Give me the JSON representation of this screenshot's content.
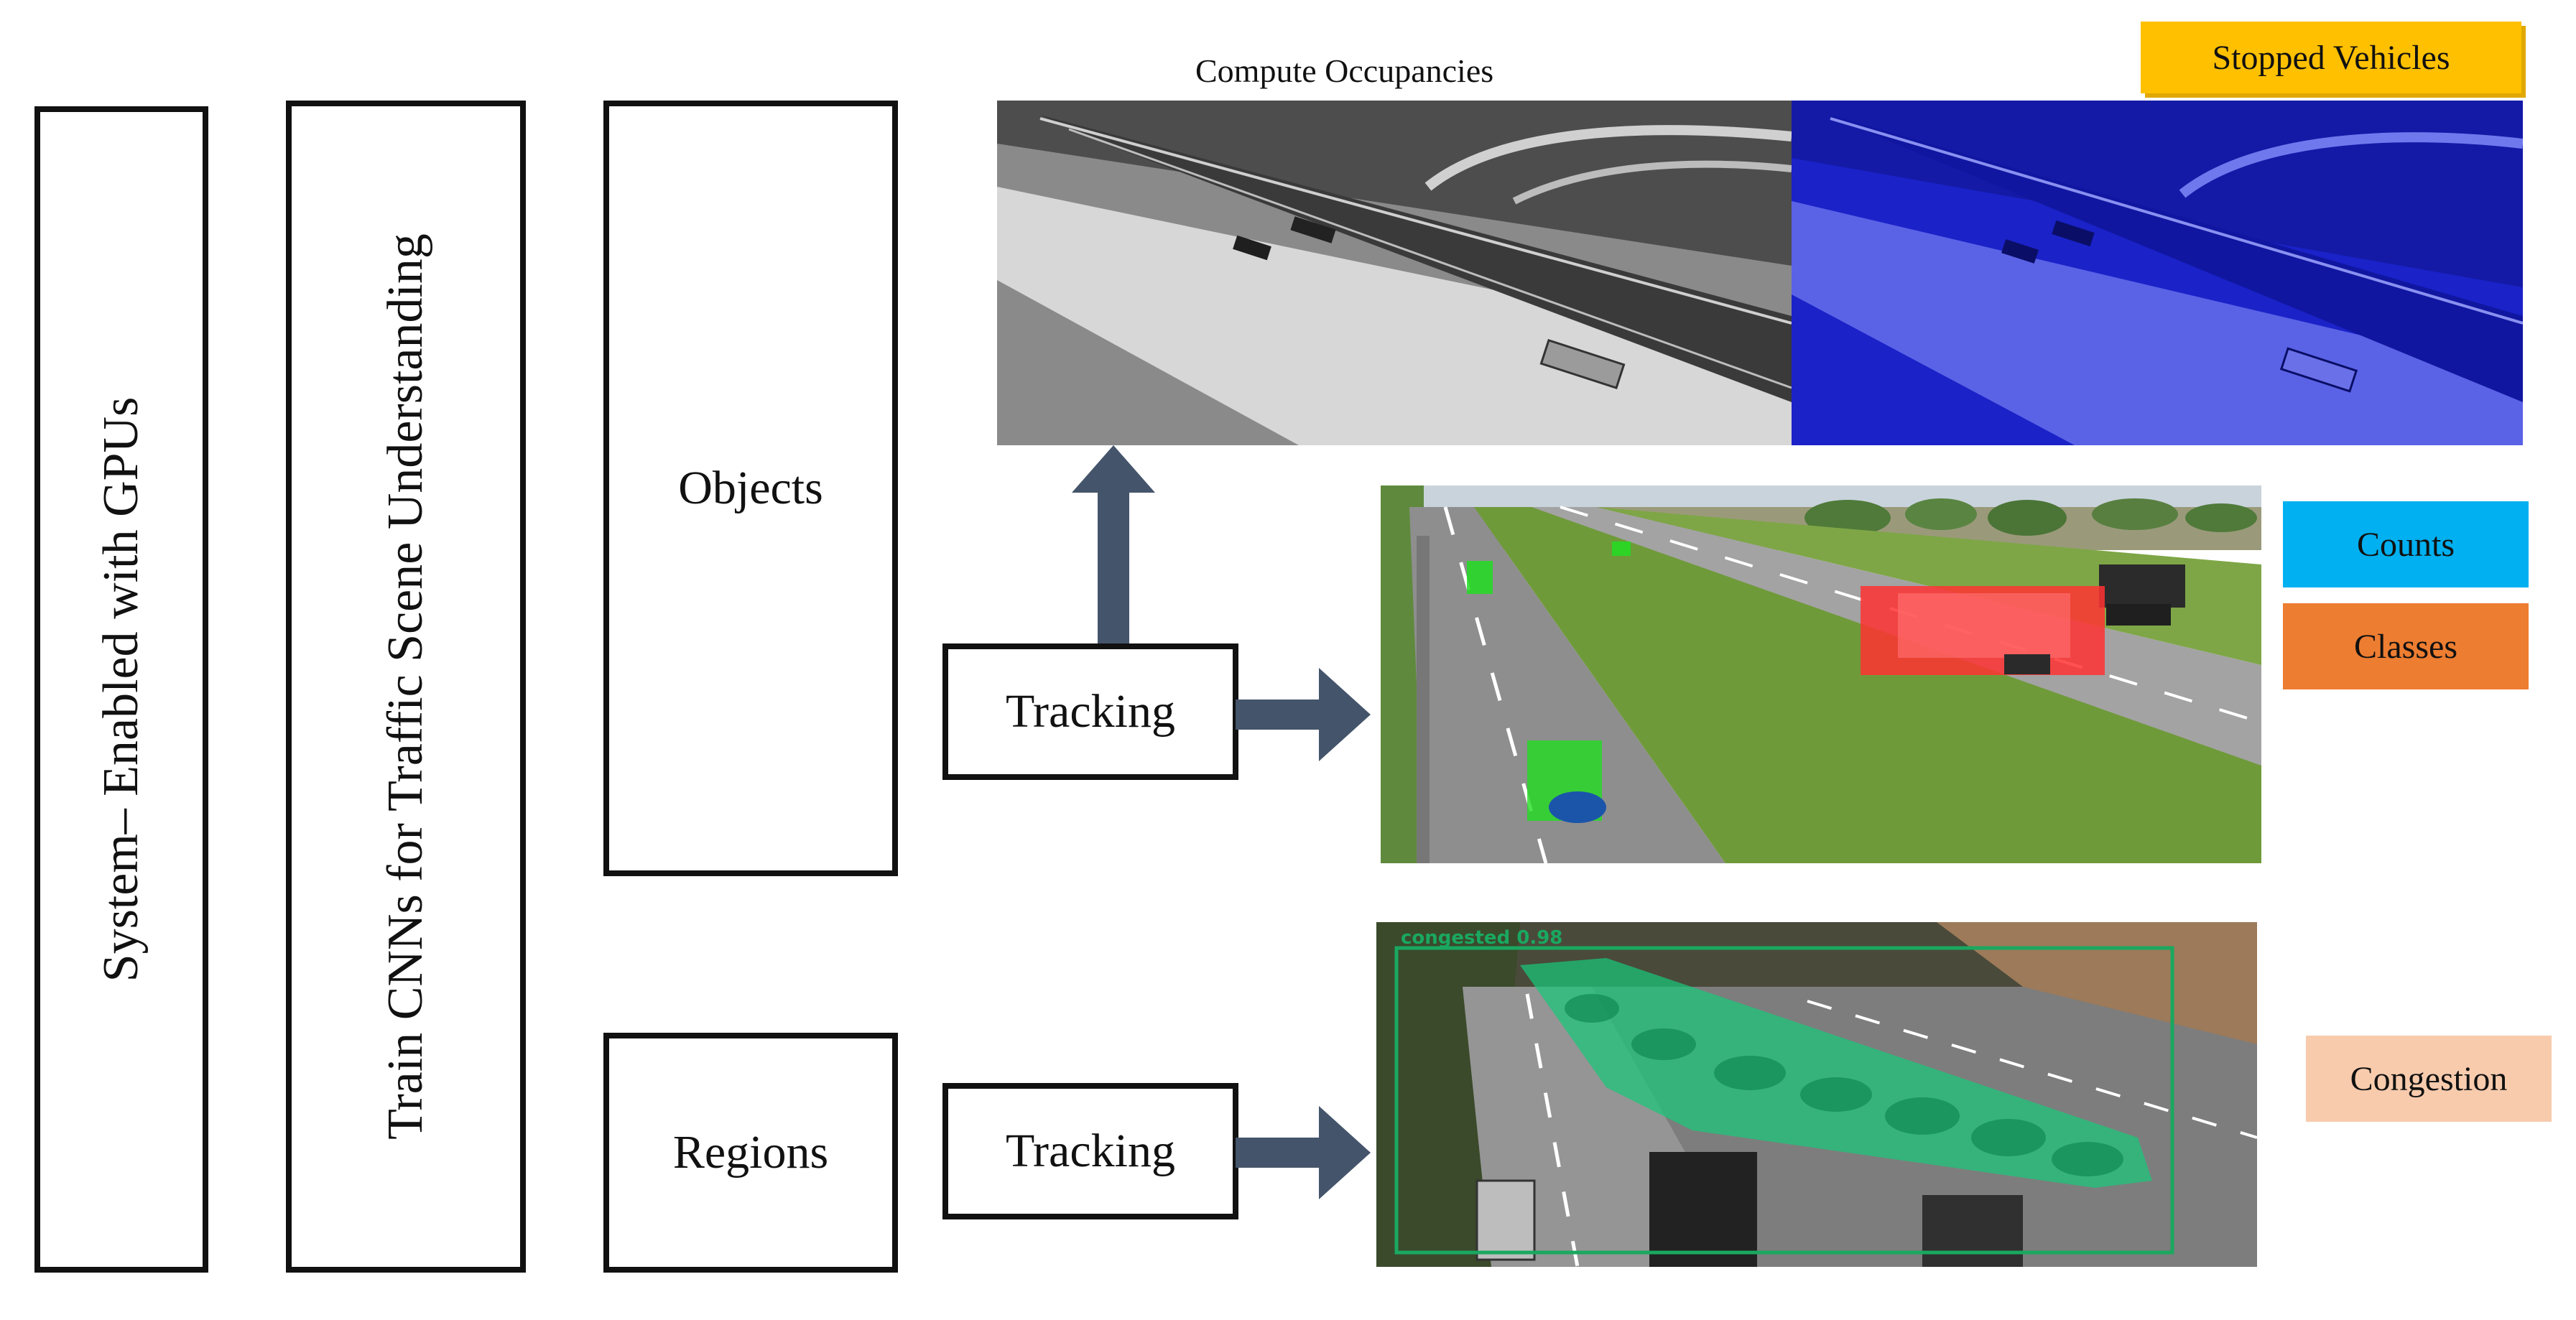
{
  "system_label": "System– Enabled with GPUs",
  "train_label": "Train CNNs for Traffic Scene Understanding",
  "objects_label": "Objects",
  "regions_label": "Regions",
  "tracking_top_label": "Tracking",
  "tracking_bottom_label": "Tracking",
  "occupancy_title": "Compute Occupancies",
  "stopped_label": "Stopped  Vehicles",
  "counts_label": "Counts",
  "classes_label": "Classes",
  "congestion_label": "Congestion",
  "congestion_overlay_text": "congested 0.98",
  "colors": {
    "arrow": "#44546a",
    "stopped": "#ffc000",
    "counts": "#00b0f0",
    "classes": "#ed7d31",
    "congestion": "#f8cbad"
  }
}
